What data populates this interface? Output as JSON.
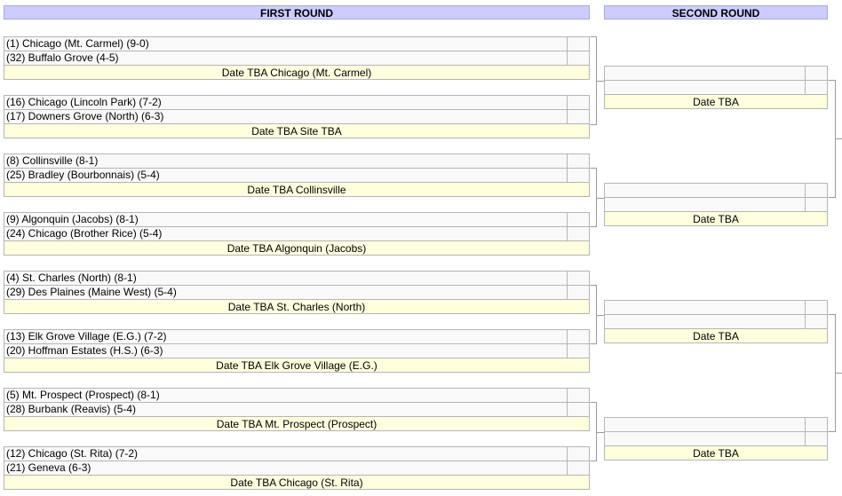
{
  "rounds": {
    "first": "FIRST ROUND",
    "second": "SECOND ROUND"
  },
  "first_round": [
    {
      "team1": "(1) Chicago (Mt. Carmel) (9-0)",
      "team2": "(32) Buffalo Grove (4-5)",
      "info": "Date TBA Chicago (Mt. Carmel)"
    },
    {
      "team1": "(16) Chicago (Lincoln Park) (7-2)",
      "team2": "(17) Downers Grove (North) (6-3)",
      "info": "Date TBA Site TBA"
    },
    {
      "team1": "(8) Collinsville (8-1)",
      "team2": "(25) Bradley (Bourbonnais) (5-4)",
      "info": "Date TBA Collinsville"
    },
    {
      "team1": "(9) Algonquin (Jacobs) (8-1)",
      "team2": "(24) Chicago (Brother Rice) (5-4)",
      "info": "Date TBA Algonquin (Jacobs)"
    },
    {
      "team1": "(4) St. Charles (North) (8-1)",
      "team2": "(29) Des Plaines (Maine West) (5-4)",
      "info": "Date TBA St. Charles (North)"
    },
    {
      "team1": "(13) Elk Grove Village (E.G.) (7-2)",
      "team2": "(20) Hoffman Estates (H.S.) (6-3)",
      "info": "Date TBA Elk Grove Village (E.G.)"
    },
    {
      "team1": "(5) Mt. Prospect (Prospect) (8-1)",
      "team2": "(28) Burbank (Reavis) (5-4)",
      "info": "Date TBA Mt. Prospect (Prospect)"
    },
    {
      "team1": "(12) Chicago (St. Rita) (7-2)",
      "team2": "(21) Geneva (6-3)",
      "info": "Date TBA Chicago (St. Rita)"
    }
  ],
  "second_round": [
    {
      "team1": "",
      "team2": "",
      "info": "Date TBA"
    },
    {
      "team1": "",
      "team2": "",
      "info": "Date TBA"
    },
    {
      "team1": "",
      "team2": "",
      "info": "Date TBA"
    },
    {
      "team1": "",
      "team2": "",
      "info": "Date TBA"
    }
  ]
}
